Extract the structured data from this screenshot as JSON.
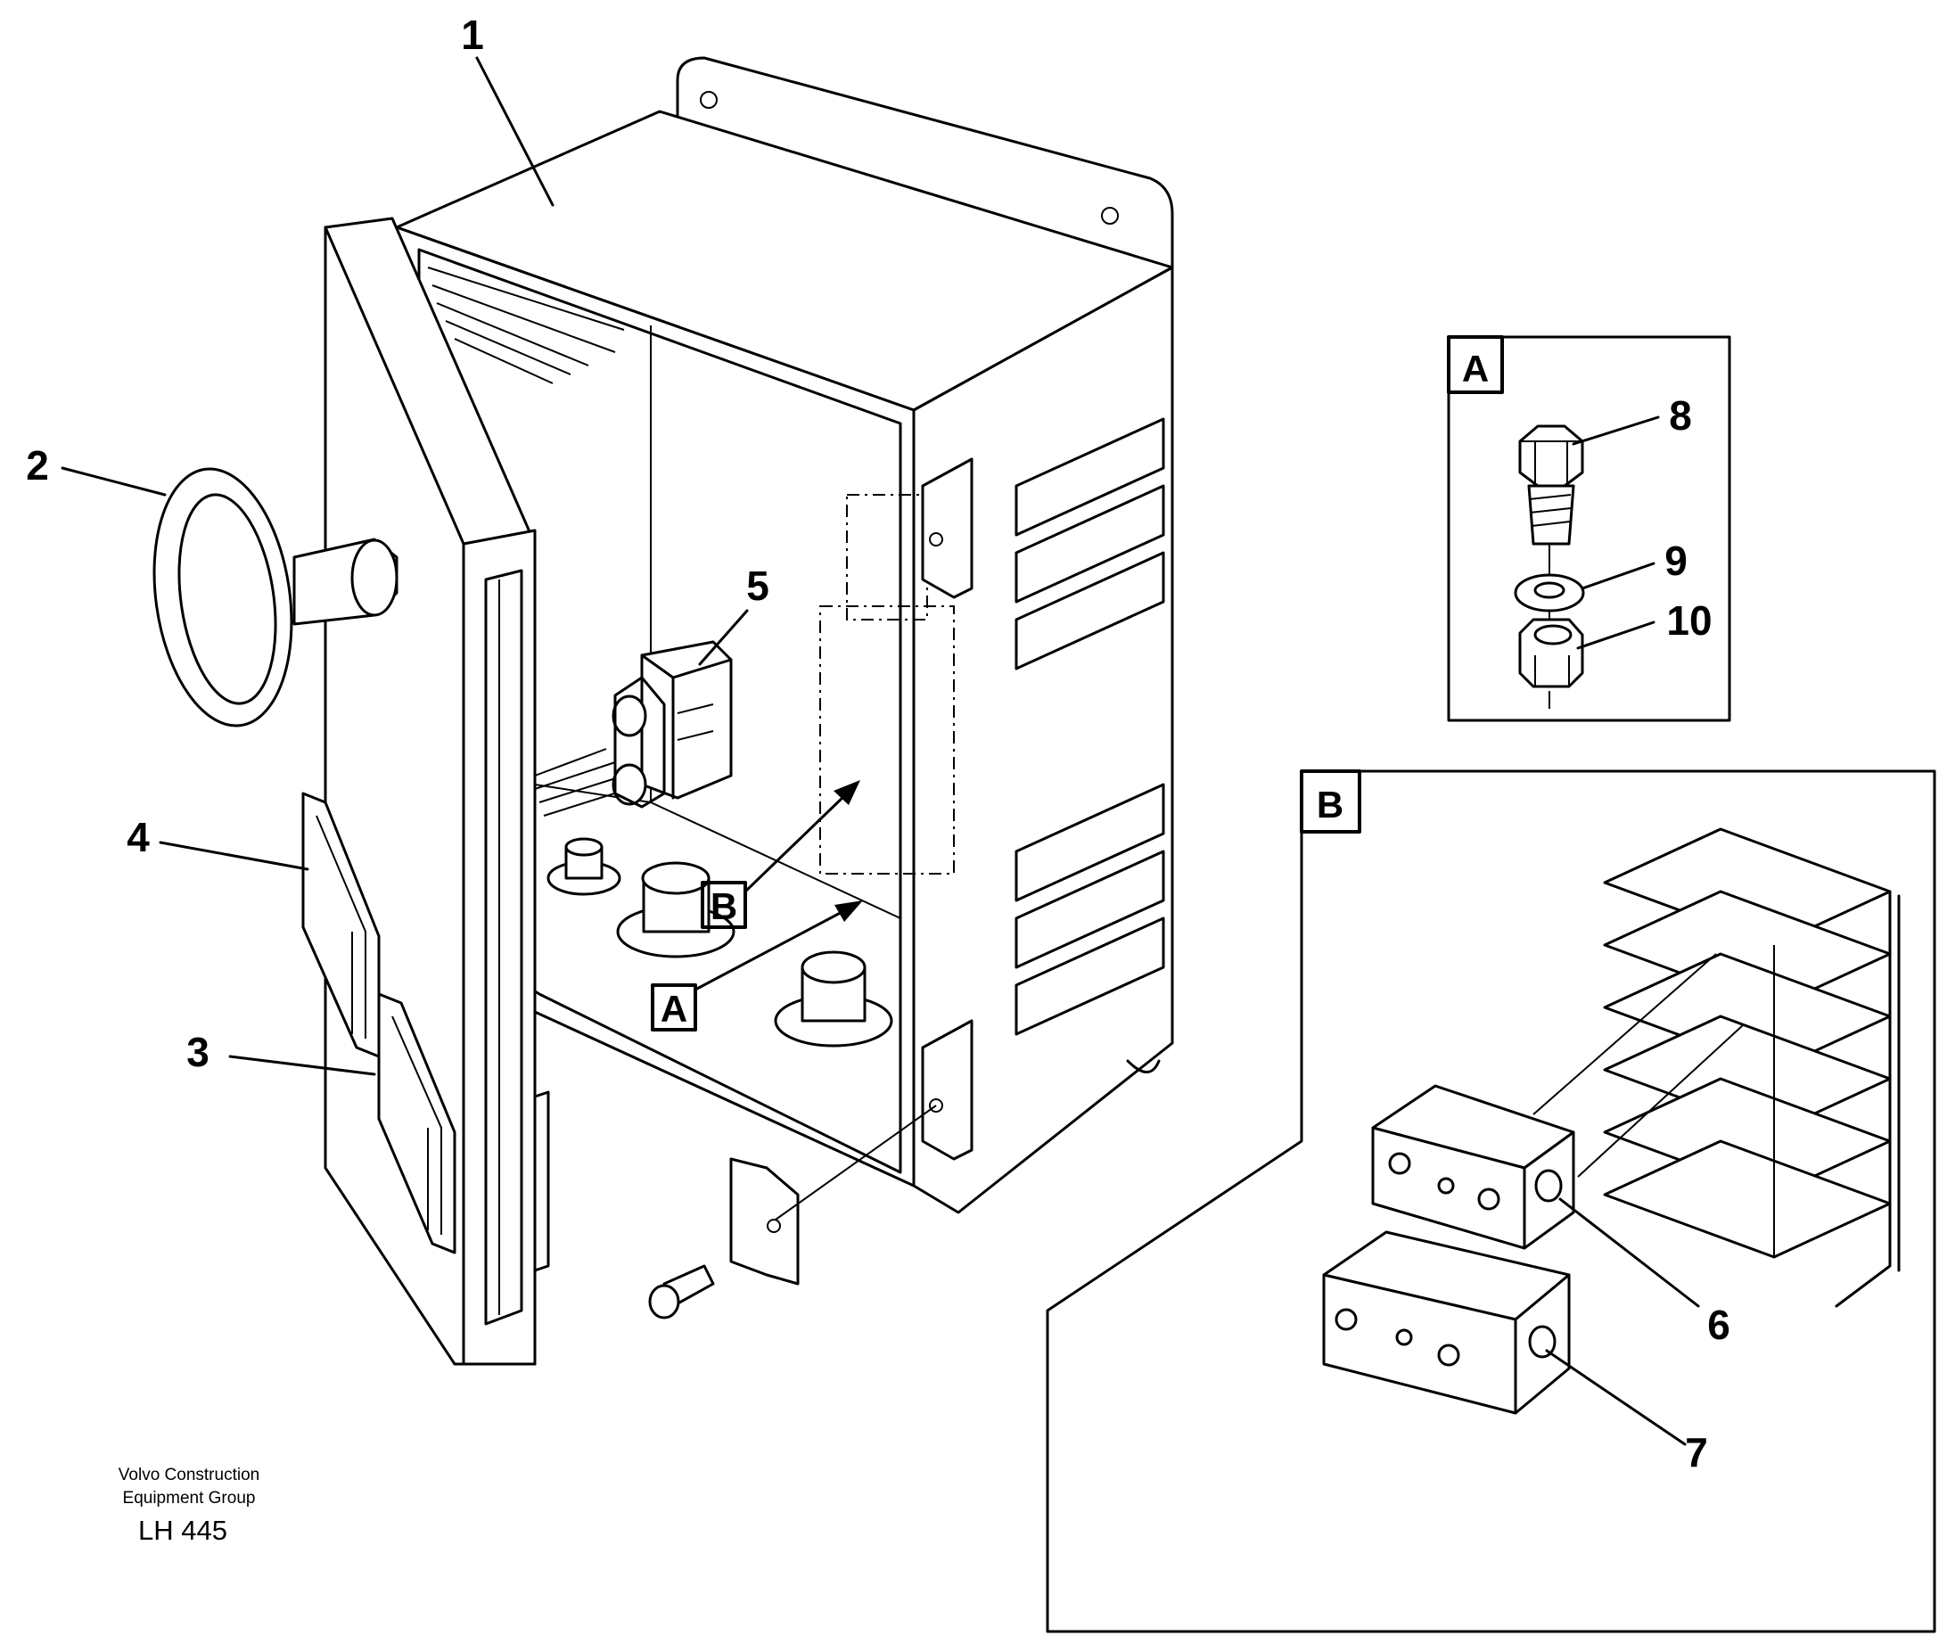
{
  "callouts": {
    "c1": "1",
    "c2": "2",
    "c3": "3",
    "c4": "4",
    "c5": "5",
    "c6": "6",
    "c7": "7",
    "c8": "8",
    "c9": "9",
    "c10": "10"
  },
  "detail_refs": {
    "a_main": "A",
    "b_main": "B",
    "a_box": "A",
    "b_box": "B"
  },
  "credit": {
    "line1": "Volvo Construction",
    "line2": "Equipment Group",
    "code": "LH 445"
  }
}
